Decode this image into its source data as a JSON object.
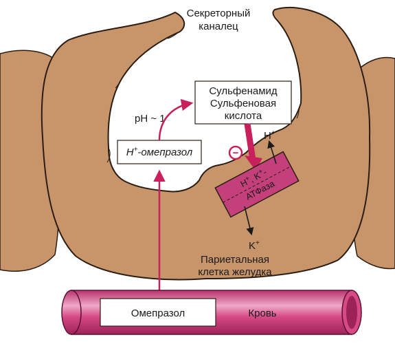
{
  "labels": {
    "canaliculus_line1": "Секреторный",
    "canaliculus_line2": "каналец",
    "sulfenamide": "Сульфенамид",
    "sulfenic_acid_line1": "Сульфеновая",
    "sulfenic_acid_line2": "кислота",
    "ph": "pH ~ 1",
    "protonated_base": "H",
    "protonated_sup": "+",
    "protonated_rest": "-омепразол",
    "hplus_base": "H",
    "hplus_sup": "+",
    "kplus_base": "K",
    "kplus_sup": "+",
    "minus_sign": "−",
    "atpase_line1_h": "H",
    "atpase_line1_hsup": "+",
    "atpase_line1_k": ", K",
    "atpase_line1_ksup": "+",
    "atpase_line1_dash": "-",
    "atpase_line2": "АТФаза",
    "parietal_line1": "Париетальная",
    "parietal_line2": "клетка желудка",
    "omeprazole": "Омепразол",
    "blood": "Кровь"
  },
  "colors": {
    "cell_fill": "#c8956a",
    "cell_stroke": "#2b1d12",
    "arrow_red": "#c8205a",
    "pump_fill": "#c4407a",
    "vessel_fill": "#d64a86",
    "vessel_light": "#f0a9c8",
    "text": "#1a1a1a"
  }
}
